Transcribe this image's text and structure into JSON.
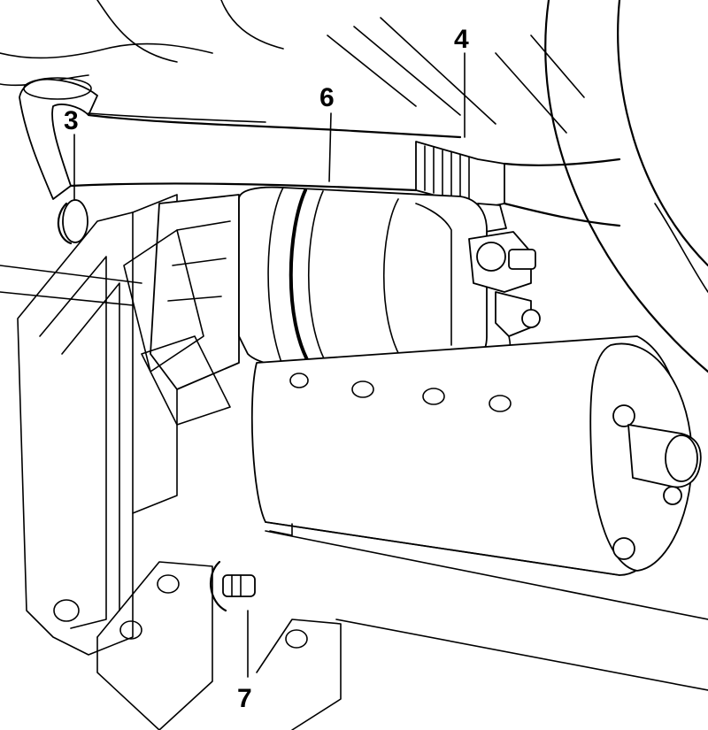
{
  "callouts": [
    {
      "id": "3",
      "label": "3"
    },
    {
      "id": "4",
      "label": "4"
    },
    {
      "id": "6",
      "label": "6"
    },
    {
      "id": "7",
      "label": "7"
    }
  ],
  "colors": {
    "ink": "#000000",
    "paper": "#ffffff"
  }
}
